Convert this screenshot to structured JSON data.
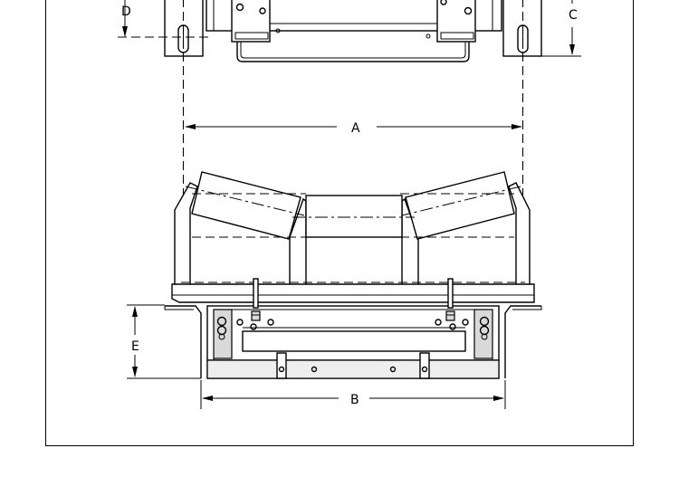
{
  "diagram": {
    "labels": {
      "A": "A",
      "B": "B",
      "C": "C",
      "D": "D",
      "E": "E"
    }
  }
}
